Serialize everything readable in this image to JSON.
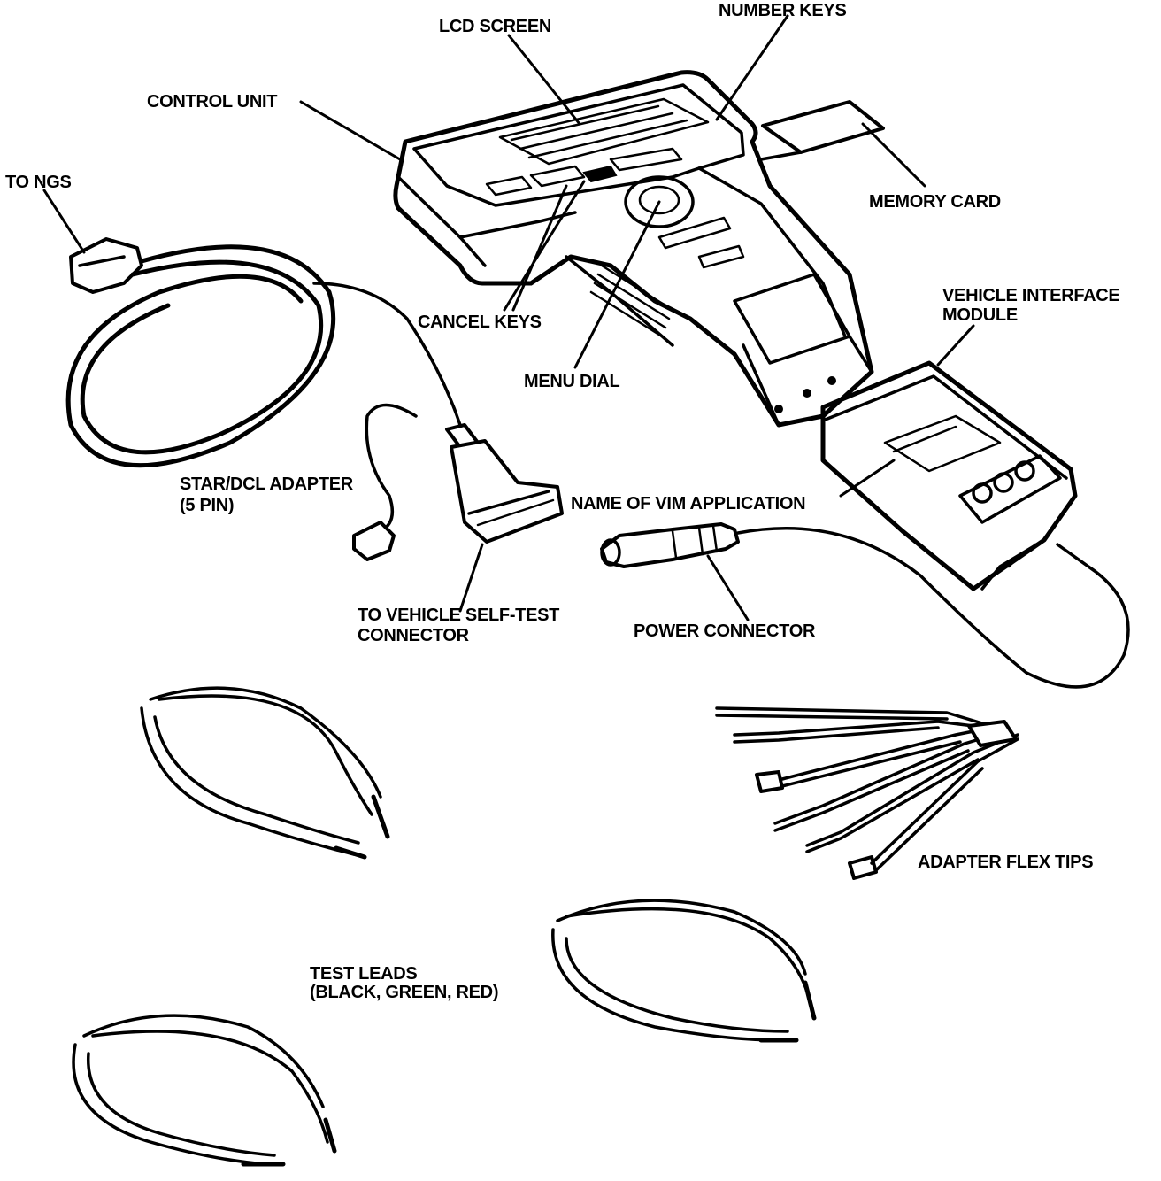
{
  "labels": {
    "lcd_screen": "LCD SCREEN",
    "number_keys": "NUMBER KEYS",
    "control_unit": "CONTROL UNIT",
    "to_ngs": "TO NGS",
    "memory_card": "MEMORY CARD",
    "vim_line1": "VEHICLE INTERFACE",
    "vim_line2": "MODULE",
    "cancel_keys": "CANCEL KEYS",
    "menu_dial": "MENU DIAL",
    "star_dcl_line1": "STAR/DCL ADAPTER",
    "star_dcl_line2": "(5 PIN)",
    "name_of_vim": "NAME OF VIM APPLICATION",
    "self_test_line1": "TO VEHICLE SELF-TEST",
    "self_test_line2": "CONNECTOR",
    "power_connector": "POWER CONNECTOR",
    "flex_tips": "ADAPTER FLEX TIPS",
    "test_leads_line1": "TEST LEADS",
    "test_leads_line2": "(BLACK, GREEN, RED)"
  }
}
